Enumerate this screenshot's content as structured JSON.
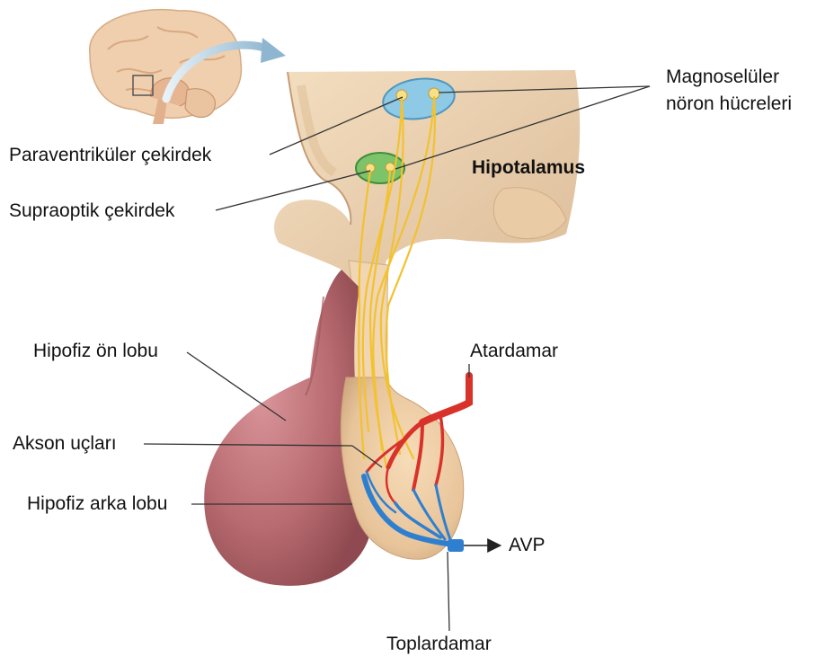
{
  "labels": {
    "magnocellular_line1": "Magnoselüler",
    "magnocellular_line2": "nöron hücreleri",
    "paraventricular": "Paraventriküler çekirdek",
    "supraoptic": "Supraoptik çekirdek",
    "hypothalamus": "Hipotalamus",
    "anterior_pituitary": "Hipofiz ön lobu",
    "artery": "Atardamar",
    "axon_terminals": "Akson uçları",
    "posterior_pituitary": "Hipofiz arka lobu",
    "avp": "AVP",
    "vein": "Toplardamar"
  },
  "colors": {
    "brain_tissue": "#f1d9b5",
    "brain_shadow": "#d9b58e",
    "paraventricular_nucleus": "#8ec9e6",
    "supraoptic_nucleus": "#7cc36a",
    "axons": "#f2c230",
    "anterior_lobe": "#b86b70",
    "posterior_lobe": "#e8c49a",
    "artery": "#d8322a",
    "vein": "#2f7fd0",
    "leader_lines": "#333333"
  }
}
